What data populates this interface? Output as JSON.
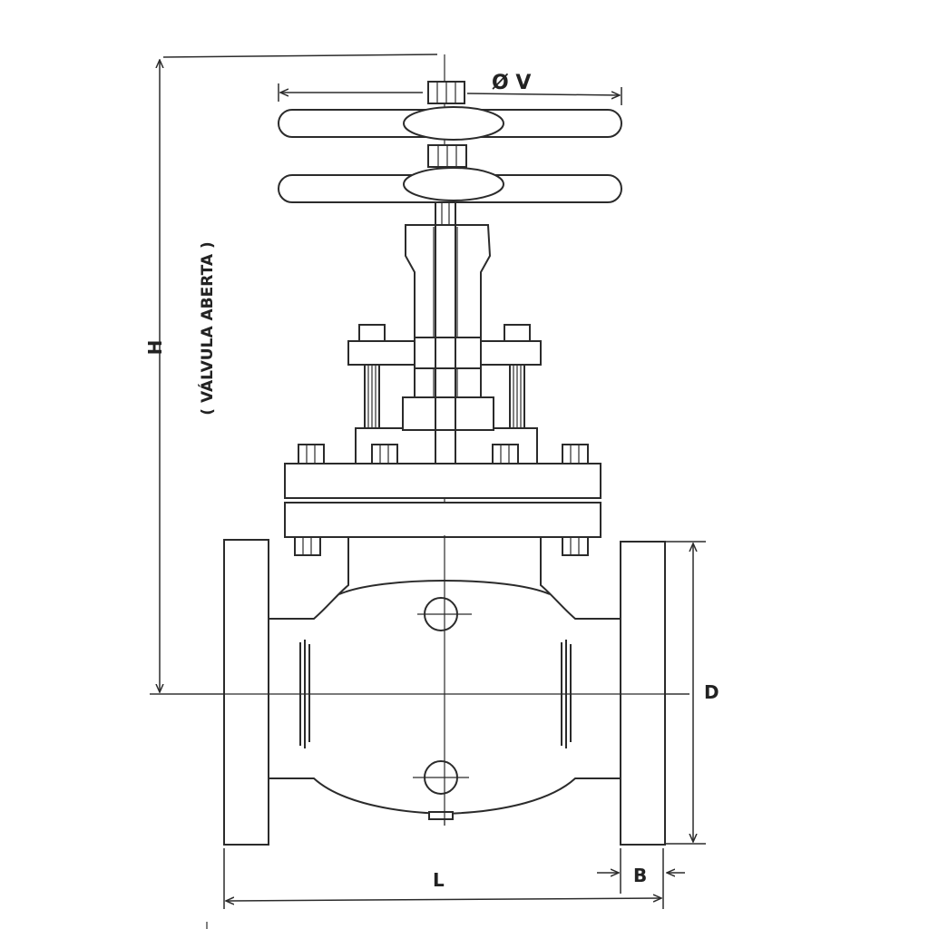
{
  "labels": {
    "handwheel_diameter": "Ø V",
    "height": "H",
    "height_note": "( VÁLVULA ABERTA )",
    "flange_diameter": "D",
    "length": "L",
    "flange_thickness": "B"
  },
  "colors": {
    "line": "#2b2b2b",
    "background": "#ffffff"
  }
}
